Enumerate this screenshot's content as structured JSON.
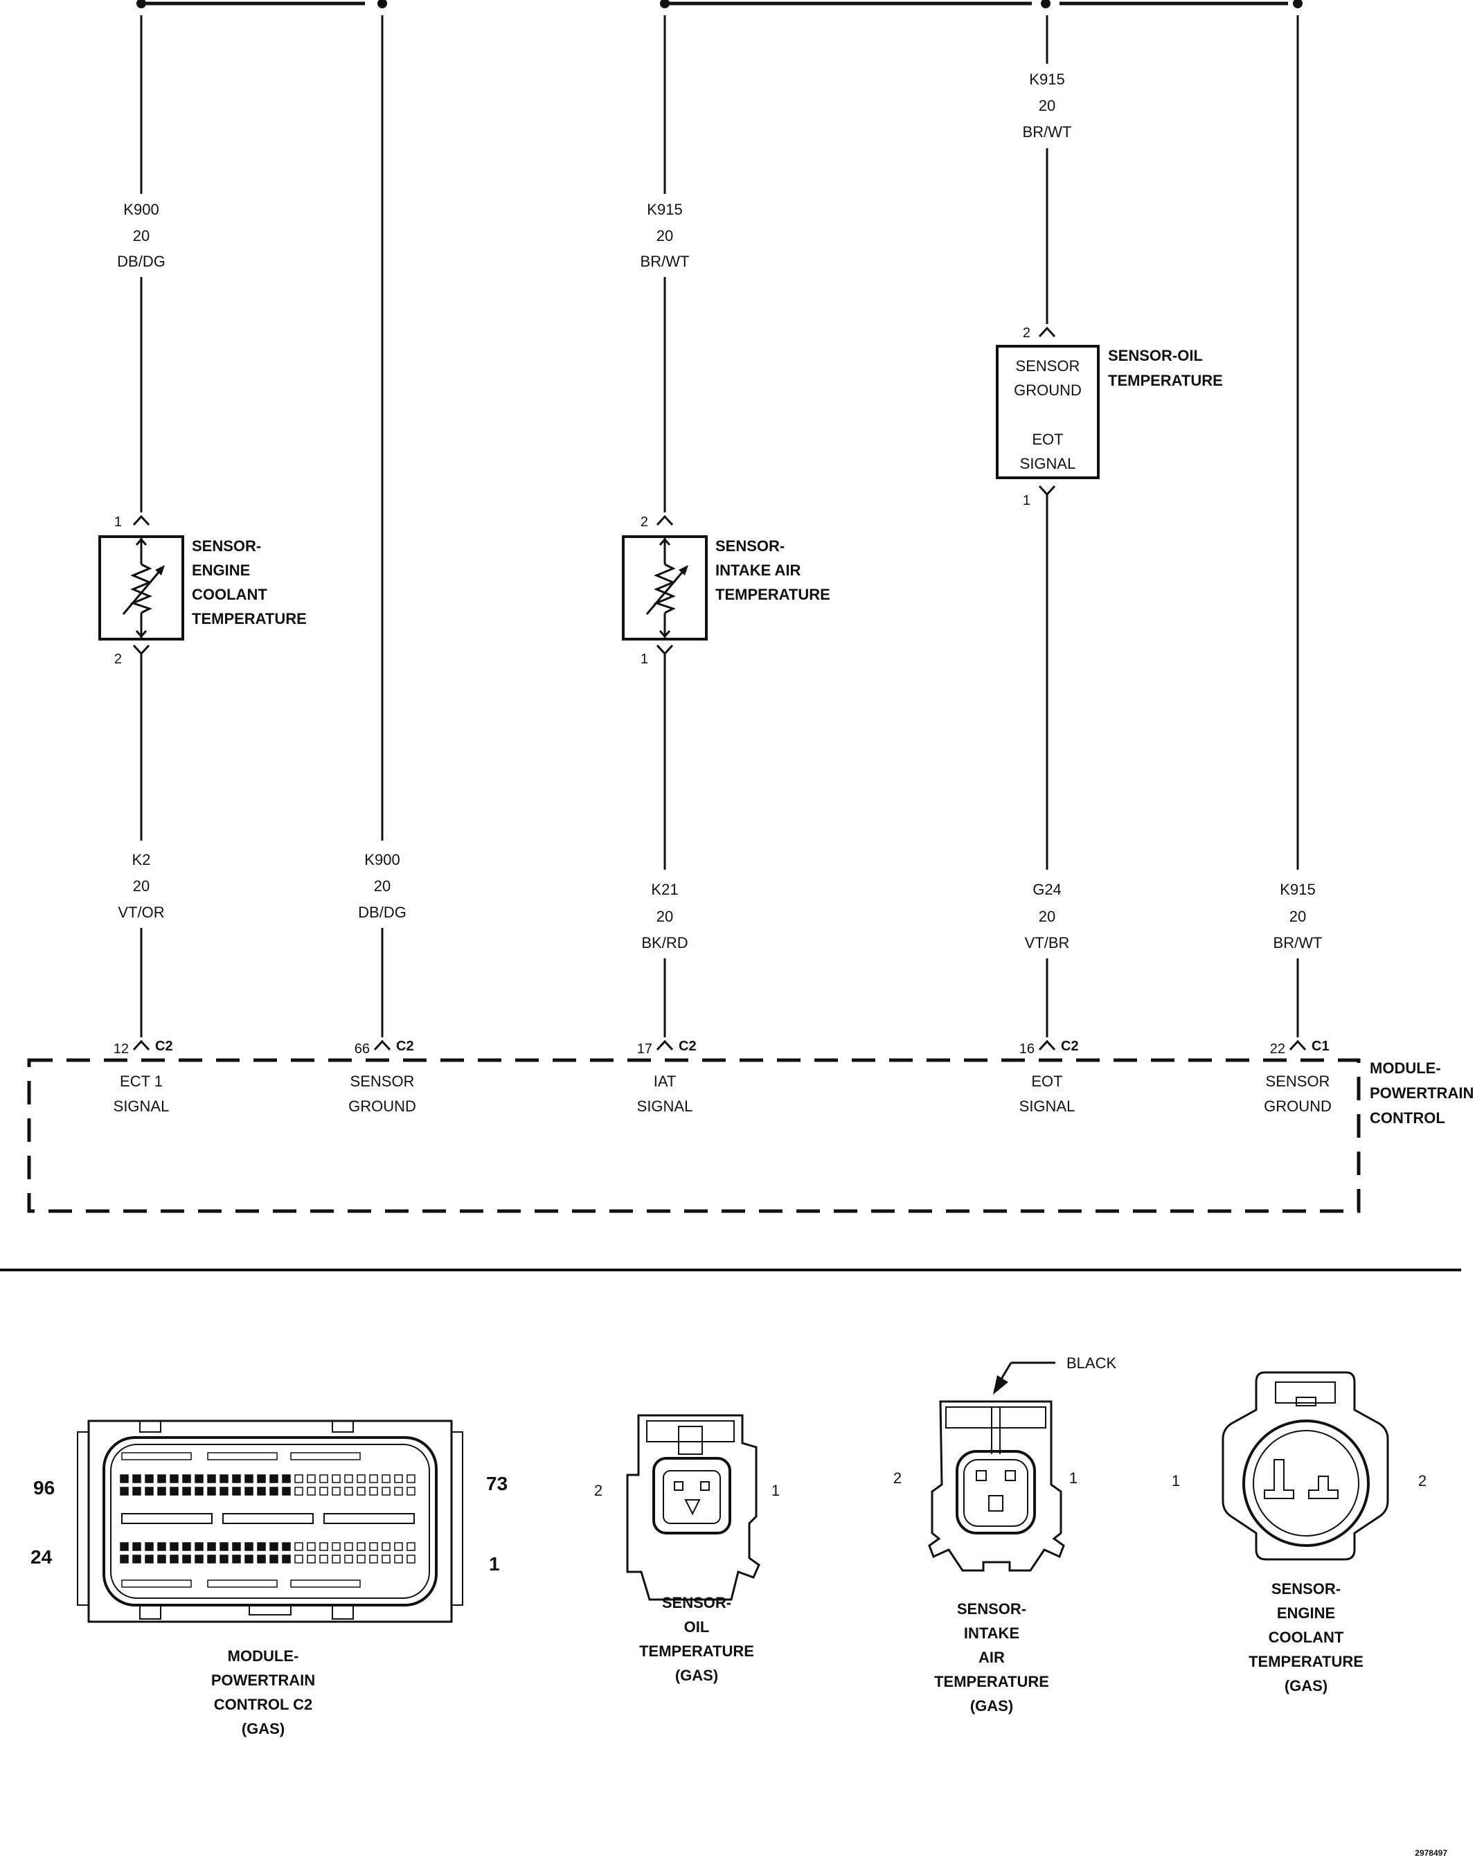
{
  "wires_top": [
    {
      "id": "k900-ect",
      "circuit": "K900",
      "gauge": "20",
      "color": "DB/DG"
    },
    {
      "id": "k915-iat",
      "circuit": "K915",
      "gauge": "20",
      "color": "BR/WT"
    },
    {
      "id": "k915-eot",
      "circuit": "K915",
      "gauge": "20",
      "color": "BR/WT"
    }
  ],
  "wires_bottom": [
    {
      "id": "k2",
      "circuit": "K2",
      "gauge": "20",
      "color": "VT/OR"
    },
    {
      "id": "k900",
      "circuit": "K900",
      "gauge": "20",
      "color": "DB/DG"
    },
    {
      "id": "k21",
      "circuit": "K21",
      "gauge": "20",
      "color": "BK/RD"
    },
    {
      "id": "g24",
      "circuit": "G24",
      "gauge": "20",
      "color": "VT/BR"
    },
    {
      "id": "k915",
      "circuit": "K915",
      "gauge": "20",
      "color": "BR/WT"
    }
  ],
  "sensors": {
    "ect": {
      "label_lines": [
        "SENSOR-",
        "ENGINE",
        "COOLANT",
        "TEMPERATURE"
      ],
      "pin_top": "1",
      "pin_bottom": "2"
    },
    "iat": {
      "label_lines": [
        "SENSOR-",
        "INTAKE AIR",
        "TEMPERATURE"
      ],
      "pin_top": "2",
      "pin_bottom": "1"
    },
    "eot": {
      "label_lines": [
        "SENSOR-OIL",
        "TEMPERATURE"
      ],
      "pin_top": "2",
      "pin_bottom": "1",
      "box_lines": [
        "SENSOR",
        "GROUND",
        "EOT",
        "SIGNAL"
      ]
    }
  },
  "pcm": {
    "label_lines": [
      "MODULE-",
      "POWERTRAIN",
      "CONTROL"
    ],
    "pins": [
      {
        "pin": "12",
        "connector": "C2",
        "func_lines": [
          "ECT 1",
          "SIGNAL"
        ]
      },
      {
        "pin": "66",
        "connector": "C2",
        "func_lines": [
          "SENSOR",
          "GROUND"
        ]
      },
      {
        "pin": "17",
        "connector": "C2",
        "func_lines": [
          "IAT",
          "SIGNAL"
        ]
      },
      {
        "pin": "16",
        "connector": "C2",
        "func_lines": [
          "EOT",
          "SIGNAL"
        ]
      },
      {
        "pin": "22",
        "connector": "C1",
        "func_lines": [
          "SENSOR",
          "GROUND"
        ]
      }
    ]
  },
  "connectors": {
    "pcm_c2": {
      "caption_lines": [
        "MODULE-",
        "POWERTRAIN",
        "CONTROL C2",
        "(GAS)"
      ],
      "pin_tl": "96",
      "pin_tr": "73",
      "pin_bl": "24",
      "pin_br": "1"
    },
    "eot": {
      "caption_lines": [
        "SENSOR-",
        "OIL",
        "TEMPERATURE",
        "(GAS)"
      ],
      "pin_left": "2",
      "pin_right": "1"
    },
    "iat": {
      "caption_lines": [
        "SENSOR-",
        "INTAKE",
        "AIR",
        "TEMPERATURE",
        "(GAS)"
      ],
      "pin_left": "2",
      "pin_right": "1",
      "callout": "BLACK"
    },
    "ect": {
      "caption_lines": [
        "SENSOR-",
        "ENGINE",
        "COOLANT",
        "TEMPERATURE",
        "(GAS)"
      ],
      "pin_left": "1",
      "pin_right": "2"
    }
  },
  "figure_number": "2978497"
}
